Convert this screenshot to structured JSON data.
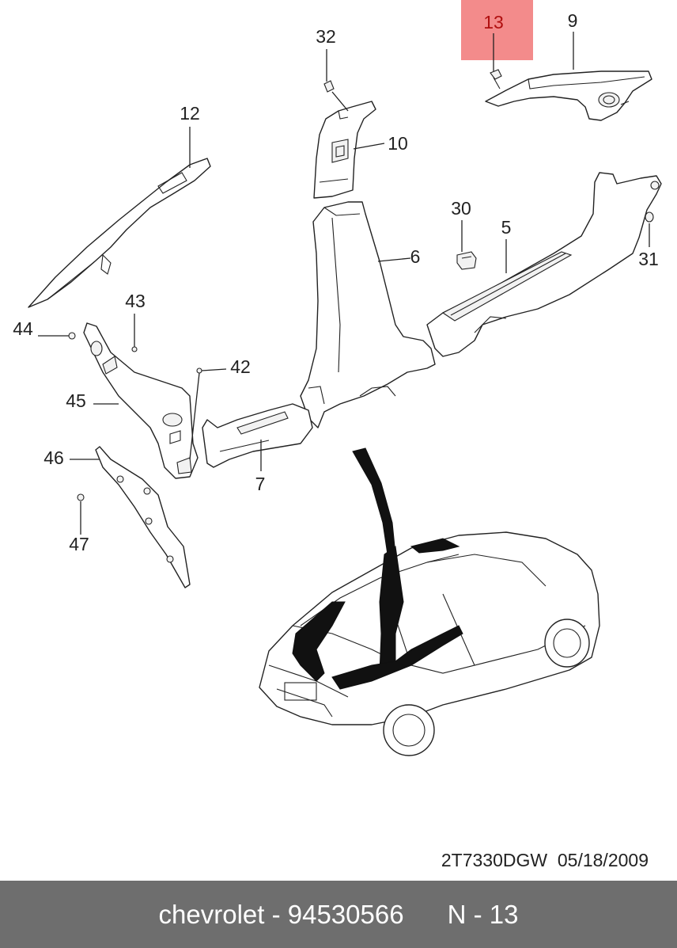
{
  "diagram": {
    "callouts": {
      "c13": "13",
      "c9": "9",
      "c32": "32",
      "c12": "12",
      "c10": "10",
      "c30": "30",
      "c5": "5",
      "c6": "6",
      "c31": "31",
      "c43": "43",
      "c44": "44",
      "c42": "42",
      "c45": "45",
      "c46": "46",
      "c7": "7",
      "c47": "47"
    },
    "highlight_color": "#f38b8b",
    "highlighted_callout": "13"
  },
  "doc": {
    "code": "2T7330DGW",
    "date": "05/18/2009"
  },
  "footer": {
    "text": "chevrolet - 94530566",
    "page": "N - 13",
    "background": "#6e6e6e"
  }
}
